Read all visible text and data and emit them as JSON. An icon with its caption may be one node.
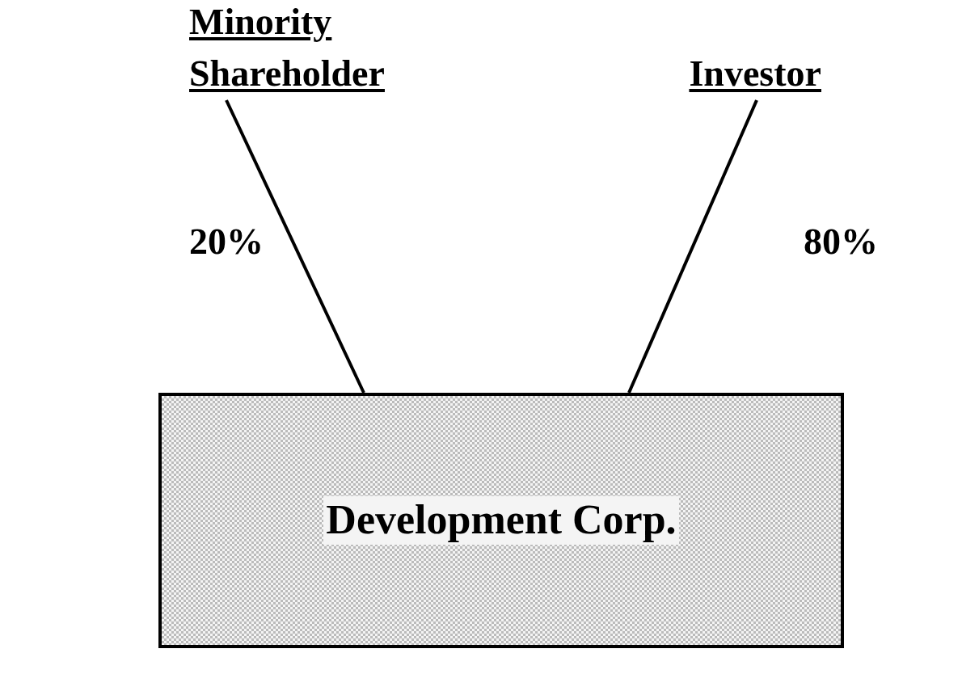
{
  "diagram": {
    "nodes": [
      {
        "text": [
          "Minority Shareholder"
        ]
      },
      {
        "text": [
          "Investor"
        ]
      },
      {
        "text": [
          "Development Corp."
        ]
      }
    ],
    "edges": [
      {
        "from": 0,
        "to": 2,
        "arrow": "none"
      },
      {
        "from": 1,
        "to": 2,
        "arrow": "none"
      }
    ],
    "labels": [
      "20%",
      "80%"
    ]
  }
}
